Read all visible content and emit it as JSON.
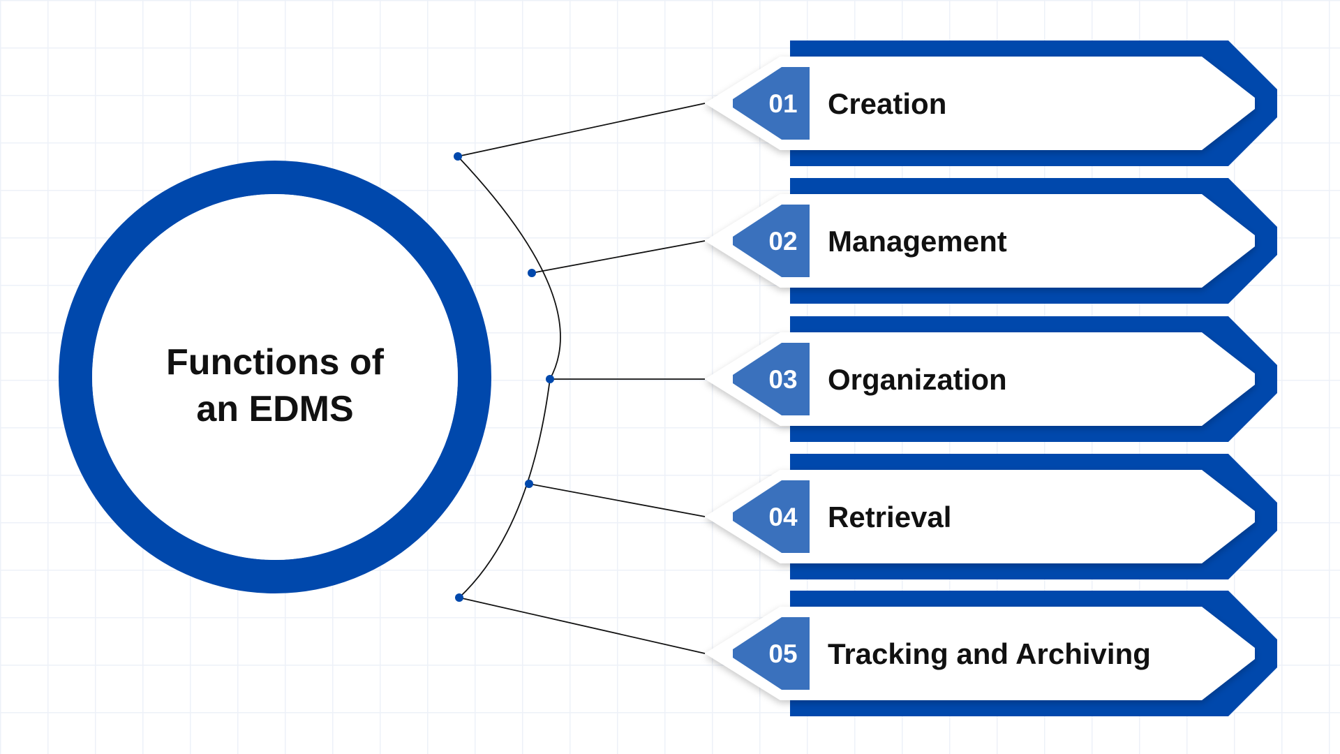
{
  "title": {
    "line1": "Functions of",
    "line2": "an EDMS"
  },
  "items": [
    {
      "number": "01",
      "label": "Creation"
    },
    {
      "number": "02",
      "label": "Management"
    },
    {
      "number": "03",
      "label": "Organization"
    },
    {
      "number": "04",
      "label": "Retrieval"
    },
    {
      "number": "05",
      "label": "Tracking and Archiving"
    }
  ],
  "colors": {
    "primary": "#0048ac",
    "badge": "#3a71bd",
    "text": "#111111",
    "connector": "#111111",
    "grid": "#edf1f8"
  }
}
